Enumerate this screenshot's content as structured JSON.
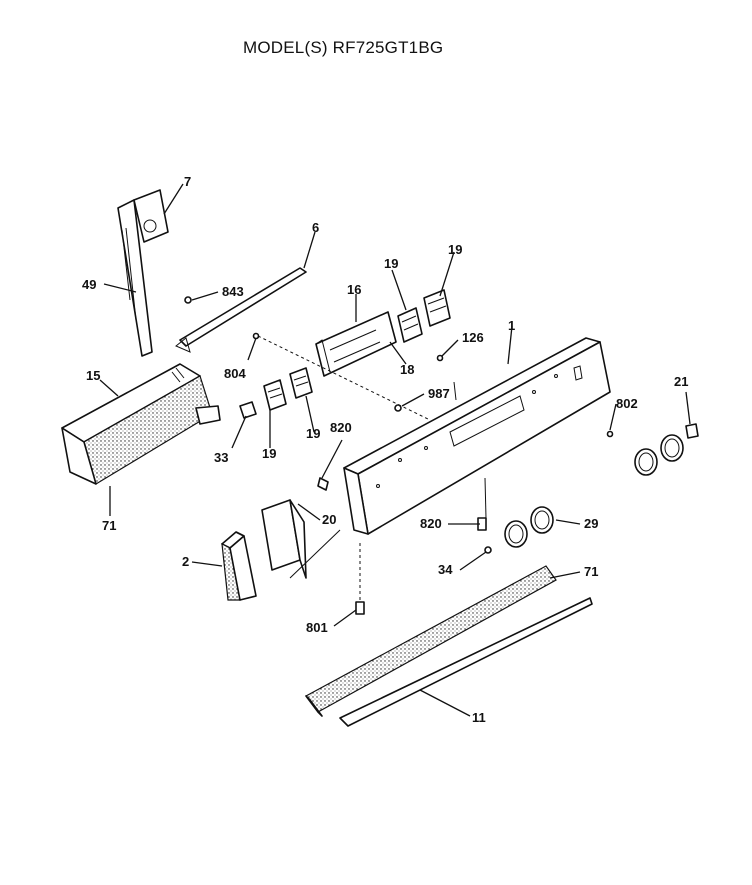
{
  "title": "MODEL(S) RF725GT1BG",
  "callouts": {
    "p7": "7",
    "p49": "49",
    "p6": "6",
    "p843": "843",
    "p16": "16",
    "p19a": "19",
    "p19b": "19",
    "p19c": "19",
    "p19d": "19",
    "p126": "126",
    "p1": "1",
    "p804": "804",
    "p18": "18",
    "p15": "15",
    "p987": "987",
    "p21": "21",
    "p802": "802",
    "p33": "33",
    "p820a": "820",
    "p71a": "71",
    "p20": "20",
    "p820b": "820",
    "p29": "29",
    "p2": "2",
    "p34": "34",
    "p71b": "71",
    "p801": "801",
    "p11": "11"
  }
}
